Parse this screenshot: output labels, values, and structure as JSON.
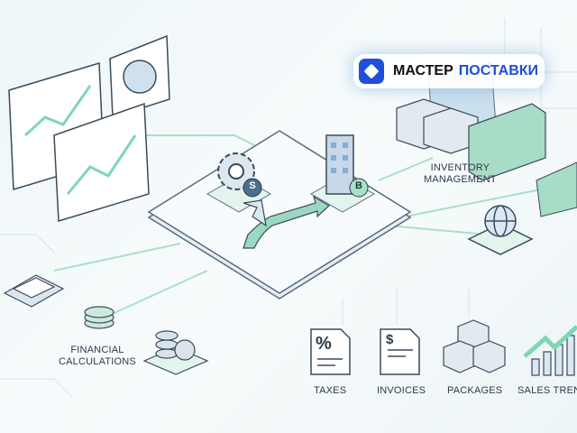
{
  "brand": {
    "name_part1": "МАСТЕР",
    "name_part2": "ПОСТАВКИ",
    "colors": {
      "primary": "#1f4fd8",
      "accent": "#7fd6b4",
      "line": "#9fdcc4"
    }
  },
  "labels": {
    "inventory": "INVENTORY\nMANAGEMENT",
    "financial": "FINANCIAL\nCALCULATIONS",
    "taxes": "TAXES",
    "invoices": "INVOICES",
    "packages": "PACKAGES",
    "sales": "SALES TRENDS"
  },
  "icons": {
    "gear_letter": "S",
    "building_letter": "B",
    "tax_symbol": "%",
    "invoice_symbol": "$"
  }
}
